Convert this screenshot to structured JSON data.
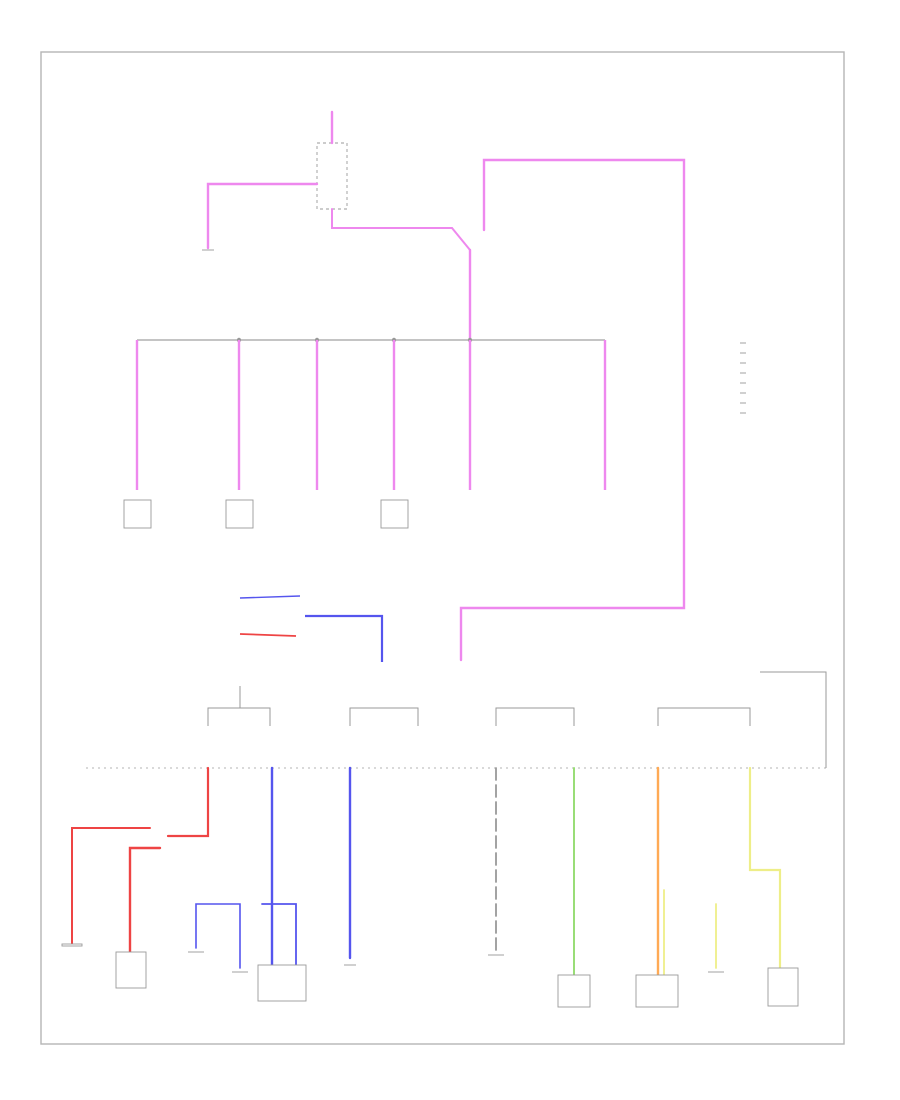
{
  "diagram": {
    "corner_label": "",
    "colors": {
      "pink": "#ee88ee",
      "blue": "#5555ee",
      "red": "#ee4444",
      "green": "#99dd77",
      "orange": "#ffaa55",
      "yellow": "#eeee88",
      "gray": "#999999",
      "frame": "#b5b5b5"
    },
    "legend": {
      "entries": [
        "",
        "",
        "",
        "",
        "",
        "",
        "",
        ""
      ]
    },
    "components": [
      {
        "id": "top-fuse-block",
        "label": ""
      },
      {
        "id": "module-1",
        "label": ""
      },
      {
        "id": "module-2",
        "label": ""
      },
      {
        "id": "module-3",
        "label": ""
      },
      {
        "id": "module-4",
        "label": ""
      },
      {
        "id": "module-5",
        "label": ""
      },
      {
        "id": "module-6",
        "label": ""
      },
      {
        "id": "bottom-module-1",
        "label": ""
      },
      {
        "id": "bottom-module-2",
        "label": ""
      },
      {
        "id": "bottom-module-3",
        "label": ""
      },
      {
        "id": "bottom-module-4",
        "label": ""
      },
      {
        "id": "bottom-module-5",
        "label": ""
      },
      {
        "id": "bottom-module-6",
        "label": ""
      }
    ]
  }
}
